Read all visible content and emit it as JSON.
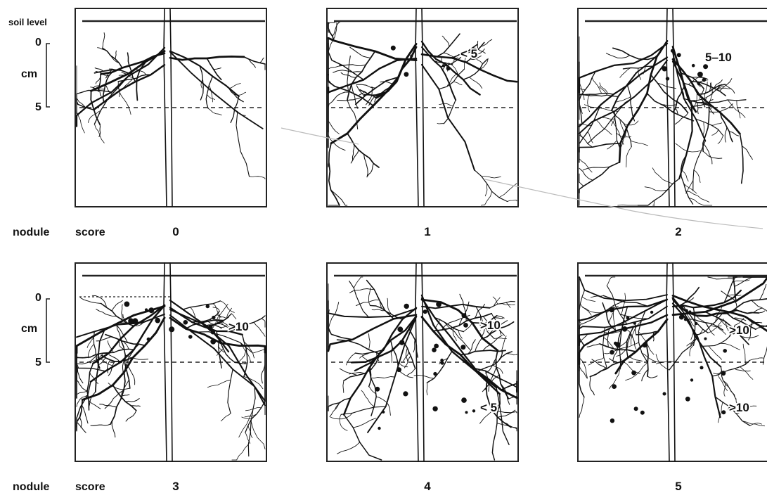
{
  "left_axis": {
    "soil_level_label": "soil level",
    "depth_zero": "0",
    "depth_unit": "cm",
    "depth_five": "5"
  },
  "row_caption": {
    "word1": "nodule",
    "word2": "score"
  },
  "panels": [
    {
      "score": "0",
      "annotations": []
    },
    {
      "score": "1",
      "annotations": [
        "< 5"
      ]
    },
    {
      "score": "2",
      "annotations": [
        "5–10"
      ]
    },
    {
      "score": "3",
      "annotations": [
        ">10"
      ]
    },
    {
      "score": "4",
      "annotations": [
        ">10",
        "< 5"
      ]
    },
    {
      "score": "5",
      "annotations": [
        ">10",
        ">10"
      ]
    }
  ],
  "colors": {
    "ink": "#111111",
    "background": "#ffffff"
  }
}
